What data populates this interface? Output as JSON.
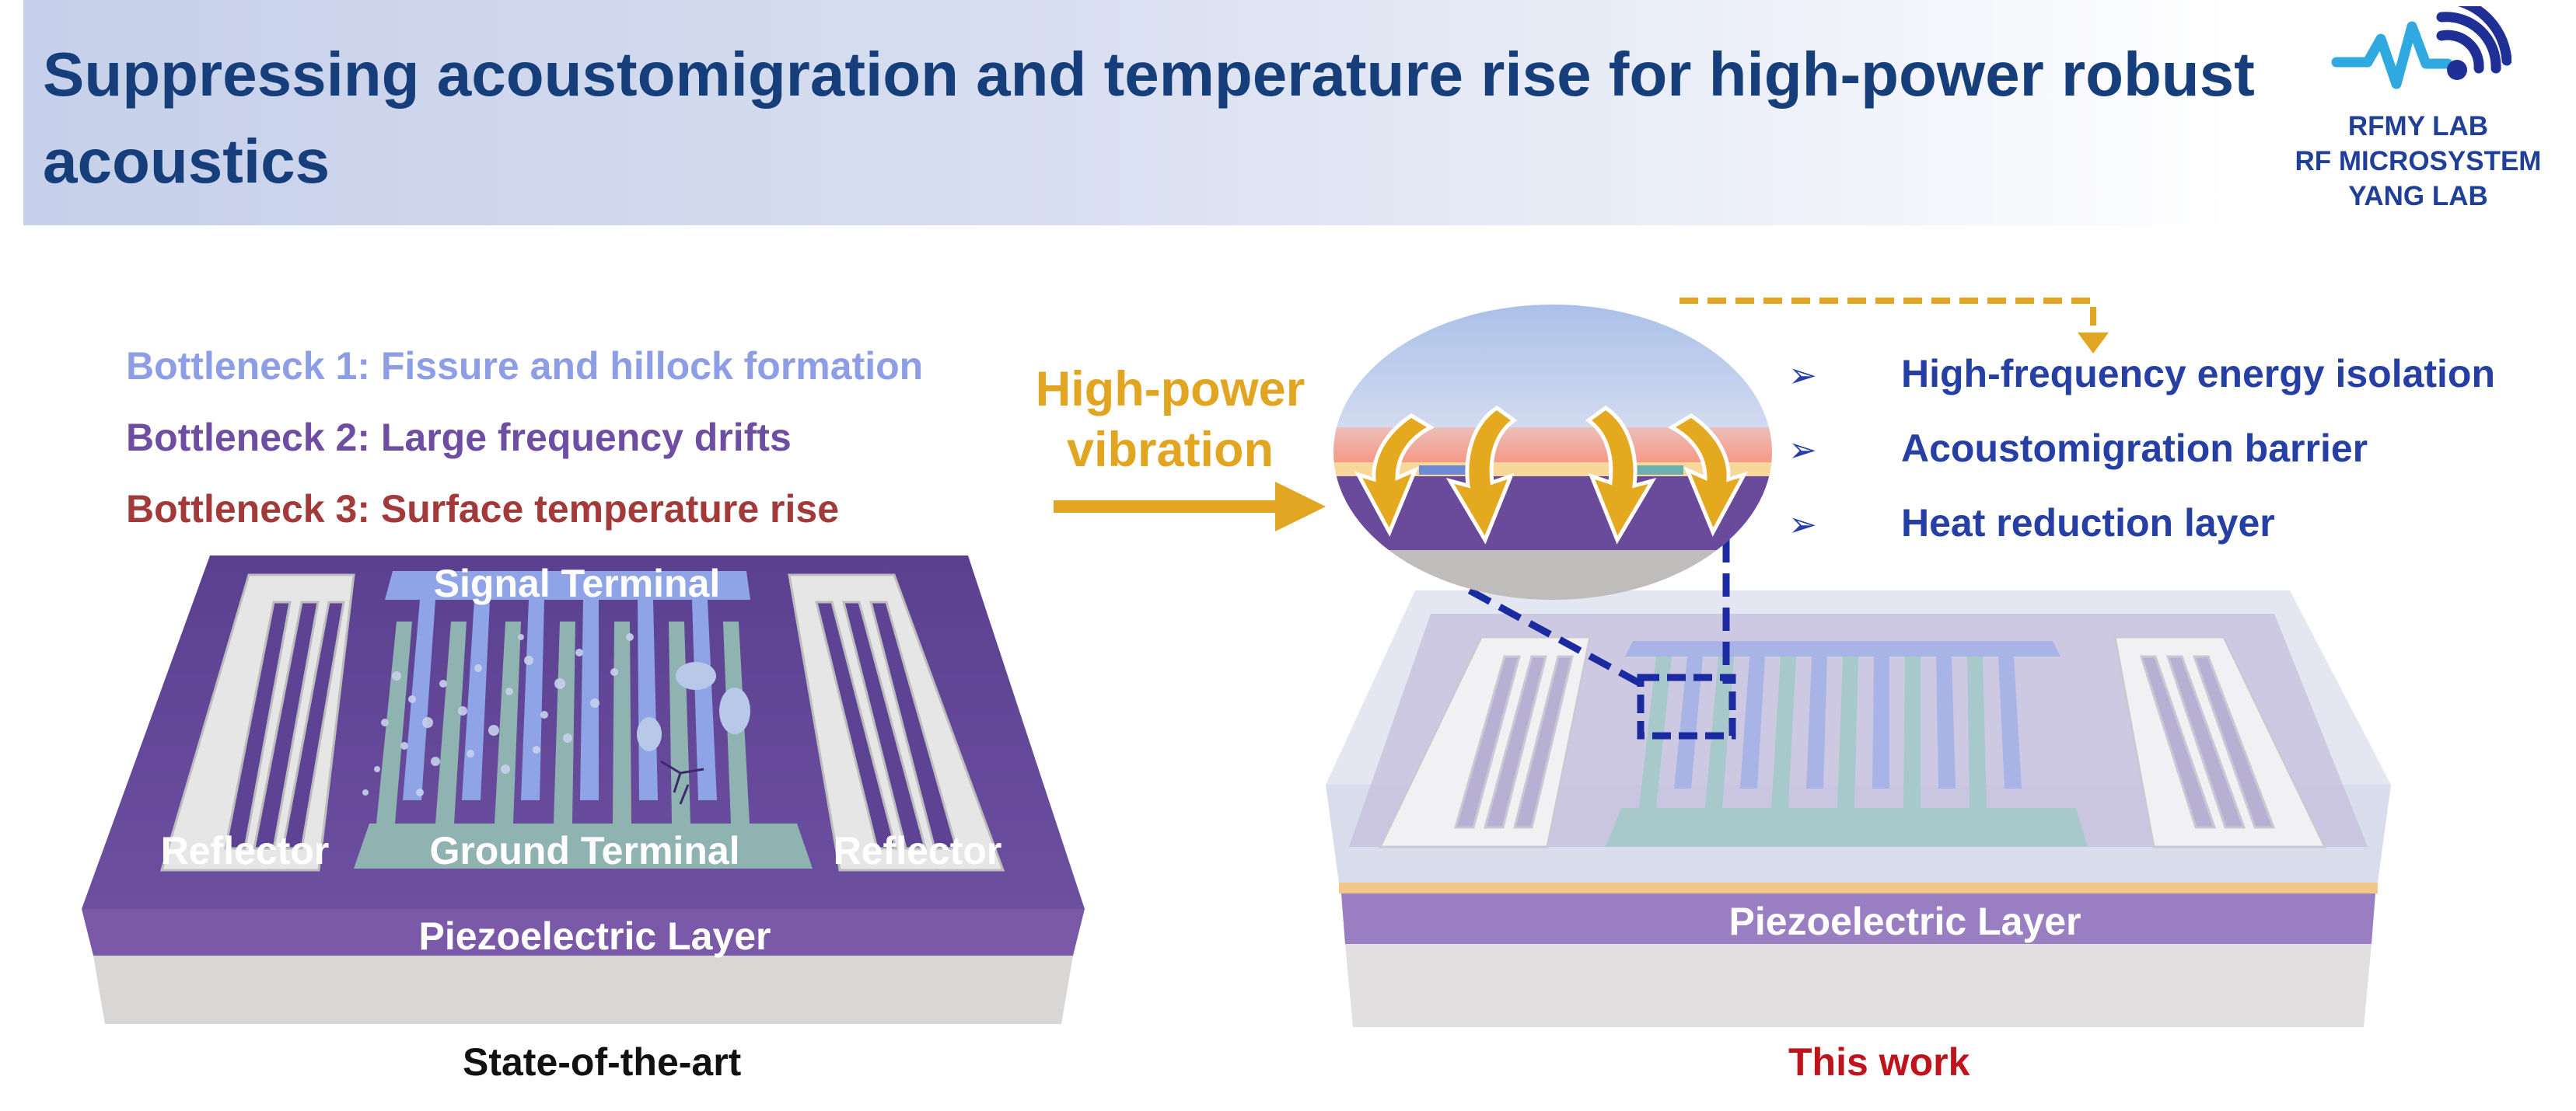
{
  "header": {
    "title": "Suppressing acoustomigration and temperature rise for high-power robust acoustics",
    "logo": {
      "lines": [
        "RFMY LAB",
        "RF MICROSYSTEM",
        "YANG LAB"
      ],
      "icon": "pulse-signal-icon"
    }
  },
  "bottlenecks": [
    {
      "label": "Bottleneck 1: Fissure and hillock formation",
      "color": "#8d9ee6"
    },
    {
      "label": "Bottleneck 2: Large frequency drifts",
      "color": "#6e4ea3"
    },
    {
      "label": "Bottleneck 3: Surface temperature rise",
      "color": "#a33a3a"
    }
  ],
  "left_device": {
    "signal_terminal": "Signal Terminal",
    "ground_terminal": "Ground Terminal",
    "reflector_left": "Reflector",
    "reflector_right": "Reflector",
    "piezo_layer": "Piezoelectric Layer",
    "caption": "State-of-the-art",
    "caption_color": "#111111"
  },
  "vibration": {
    "lines": [
      "High-power",
      "vibration"
    ],
    "color": "#e2a522"
  },
  "features": [
    {
      "bullet": "➢",
      "label": "High-frequency energy isolation"
    },
    {
      "bullet": "➢",
      "label": "Acoustomigration barrier"
    },
    {
      "bullet": "➢",
      "label": "Heat reduction layer"
    }
  ],
  "right_device": {
    "piezo_layer": "Piezoelectric Layer",
    "caption": "This work",
    "caption_color": "#c0141c"
  },
  "colors": {
    "title": "#163e7a",
    "feature_text": "#263fa5",
    "piezo_purple": "#6a4b9b",
    "substrate": "#d9d6d6",
    "electrode_blue": "#8fa4e6",
    "electrode_teal": "#8fb3b0",
    "accent_orange": "#e2a522",
    "zoom_dash": "#1b2aa0"
  }
}
